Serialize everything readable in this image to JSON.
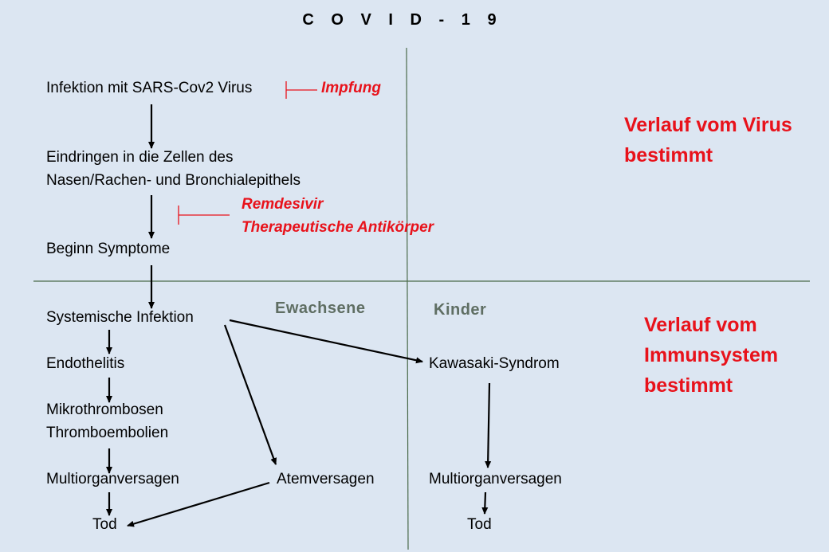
{
  "title": "C O V I D - 1 9",
  "nodes": {
    "infektion": "Infektion mit SARS-Cov2 Virus",
    "eindringen_1": "Eindringen in die Zellen des",
    "eindringen_2": "Nasen/Rachen- und Bronchialepithels",
    "beginn": "Beginn Symptome",
    "systemisch": "Systemische Infektion",
    "endothelitis": "Endothelitis",
    "mikro_1": "Mikrothrombosen",
    "mikro_2": "Thromboembolien",
    "multiorgan_left": "Multiorganversagen",
    "tod_left": "Tod",
    "atemversagen": "Atemversagen",
    "kawasaki": "Kawasaki-Syndrom",
    "multiorgan_right": "Multiorganversagen",
    "tod_right": "Tod"
  },
  "inhibitors": {
    "impfung": "Impfung",
    "remdesivir": "Remdesivir",
    "antikoerper": "Therapeutische Antikörper"
  },
  "quadrants": {
    "virus_1": "Verlauf vom Virus",
    "virus_2": "bestimmt",
    "immun_1": "Verlauf vom",
    "immun_2": "Immunsystem",
    "immun_3": "bestimmt",
    "erwachsene": "Ewachsene",
    "kinder": "Kinder"
  },
  "colors": {
    "background": "#dce6f2",
    "accent_red": "#e8121b",
    "divider": "#4a6a4a",
    "group_label": "#5f6e63"
  }
}
